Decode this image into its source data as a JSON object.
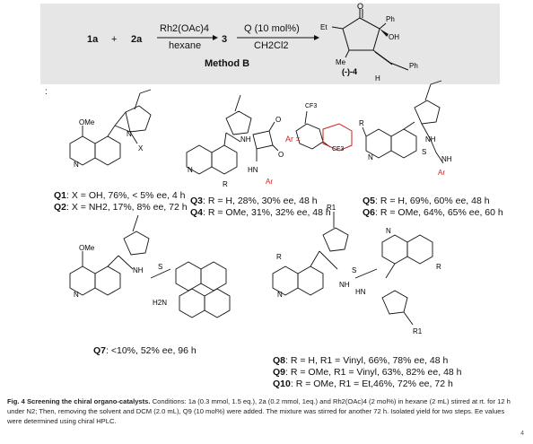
{
  "scheme": {
    "reactant1": "1a",
    "plus": "+",
    "reactant2": "2a",
    "reagent_top": "Rh2(OAc)4",
    "reagent_bottom": "hexane",
    "intermediate": "3",
    "catalyst_top": "Q (10 mol%)",
    "catalyst_bottom": "CH2Cl2",
    "method": "Method B",
    "product_label": "(-)-4",
    "product_atoms": {
      "o": "O",
      "ph1": "Ph",
      "oh": "OH",
      "et": "Et",
      "me": "Me",
      "ph2": "Ph",
      "h": "H"
    }
  },
  "colon_mark": ":",
  "catalysts": {
    "q1": {
      "id": "Q1",
      "text": ": X = OH, 76%, < 5% ee, 4 h"
    },
    "q2": {
      "id": "Q2",
      "text": ": X = NH2, 17%, 8% ee, 72 h"
    },
    "q3": {
      "id": "Q3",
      "text": ": R = H, 28%, 30% ee, 48 h"
    },
    "q4": {
      "id": "Q4",
      "text": ": R = OMe, 31%, 32% ee, 48 h"
    },
    "q5": {
      "id": "Q5",
      "text": ": R = H, 69%, 60% ee, 48 h"
    },
    "q6": {
      "id": "Q6",
      "text": ": R = OMe, 64%, 65% ee, 60 h"
    },
    "q7": {
      "id": "Q7",
      "text": ": <10%, 52% ee, 96 h"
    },
    "q8": {
      "id": "Q8",
      "text": ": R = H, R1 = Vinyl,  66%, 78% ee, 48 h"
    },
    "q9": {
      "id": "Q9",
      "text": ": R = OMe, R1 = Vinyl, 63%, 82% ee, 48 h"
    },
    "q10": {
      "id": "Q10",
      "text": ": R = OMe, R1 = Et,46%, 72% ee, 72 h"
    }
  },
  "structure_labels": {
    "ome": "OMe",
    "n": "N",
    "x": "X",
    "h": "H",
    "nh": "NH",
    "hn": "HN",
    "o": "O",
    "s": "S",
    "r": "R",
    "r1": "R1",
    "ar": "Ar",
    "ar_eq": "Ar =",
    "cf3": "CF3",
    "h2n": "H2N"
  },
  "caption": {
    "title": "Fig. 4 Screening the chiral organo-catalysts.",
    "body": " Conditions: 1a (0.3 mmol, 1.5 eq.), 2a (0.2 mmol, 1eq.) and Rh2(OAc)4 (2 mol%) in hexane (2 mL) stirred at rt. for 12 h under N2; Then, removing the solvent and DCM (2.0 mL), Q9 (10 mol%) were added. The mixture was stirred for another 72 h. Isolated yield for two steps. Ee values were determined using chiral HPLC."
  },
  "page_number": "4",
  "colors": {
    "scheme_bg": "#e6e6e6",
    "accent": "#cc2222",
    "bond": "#111111"
  }
}
